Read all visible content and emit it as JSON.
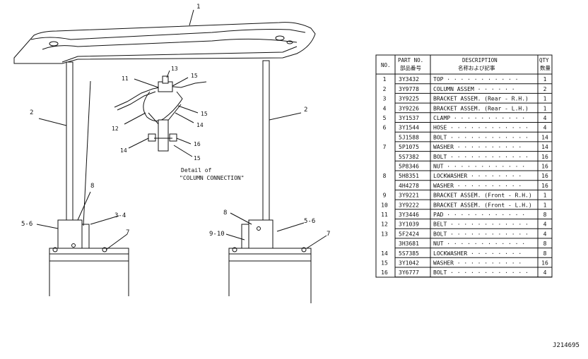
{
  "callouts": {
    "c1": "1",
    "c2_left": "2",
    "c2_right": "2",
    "c11": "11",
    "c13": "13",
    "c15_top": "15",
    "c15_mid": "15",
    "c14_top": "14",
    "c12": "12",
    "c14_low": "14",
    "c16": "16",
    "c15_low": "15",
    "c8_left": "8",
    "c8_right": "8",
    "c56_left": "5-6",
    "c56_right": "5-6",
    "c34": "3-4",
    "c7_left": "7",
    "c7_right": "7",
    "c910": "9-10"
  },
  "detail_caption": {
    "line1": "Detail of",
    "line2": "\"COLUMN CONNECTION\""
  },
  "table": {
    "headers": {
      "no": "NO.",
      "part_no": "PART NO.",
      "part_no_jp": "部品番号",
      "description": "DESCRIPTION",
      "description_jp": "名称および記事",
      "qty": "QTY",
      "qty_jp": "数量"
    },
    "rows": [
      {
        "no": "1",
        "part": "3Y3432",
        "desc": "TOP  · · · · · · · · · · ·",
        "qty": "1"
      },
      {
        "no": "2",
        "part": "3Y9778",
        "desc": "COLUMN ASSEM · · · · · ·",
        "qty": "2"
      },
      {
        "no": "3",
        "part": "3Y9225",
        "desc": "BRACKET ASSEM. (Rear - R.H.)",
        "qty": "1"
      },
      {
        "no": "4",
        "part": "3Y9226",
        "desc": "BRACKET ASSEM. (Rear - L.H.)",
        "qty": "1"
      },
      {
        "no": "5",
        "part": "3Y1537",
        "desc": "CLAMP · · · · · · · · · · ·",
        "qty": "4"
      },
      {
        "no": "6",
        "part": "3Y1544",
        "desc": "HOSE · · · · · · · · · · · ·",
        "qty": "4"
      },
      {
        "no": "",
        "part": "5J1588",
        "desc": "BOLT · · · · · · · · · · · ·",
        "qty": "14"
      },
      {
        "no": "7",
        "part": "5P1075",
        "desc": "WASHER · · · · · · · · · ·",
        "qty": "14"
      },
      {
        "no": "",
        "part": "5S7382",
        "desc": "BOLT · · · · · · · · · · · ·",
        "qty": "16"
      },
      {
        "no": "",
        "part": "5P8346",
        "desc": "NUT · · · · · · · · · · · ·",
        "qty": "16"
      },
      {
        "no": "8",
        "part": "5H8351",
        "desc": "LOCKWASHER · · · · · · · ·",
        "qty": "16"
      },
      {
        "no": "",
        "part": "4H4278",
        "desc": "WASHER · · · · · · · · · ·",
        "qty": "16"
      },
      {
        "no": "9",
        "part": "3Y9221",
        "desc": "BRACKET ASSEM. (Front - R.H.)",
        "qty": "1"
      },
      {
        "no": "10",
        "part": "3Y9222",
        "desc": "BRACKET ASSEM. (Front - L.H.)",
        "qty": "1"
      },
      {
        "no": "11",
        "part": "3Y3446",
        "desc": "PAD · · · · · · · · · · · ·",
        "qty": "8"
      },
      {
        "no": "12",
        "part": "3Y1039",
        "desc": "BELT · · · · · · · · · · · ·",
        "qty": "4"
      },
      {
        "no": "13",
        "part": "5F2424",
        "desc": "BOLT · · · · · · · · · · · ·",
        "qty": "4"
      },
      {
        "no": "",
        "part": "3H3681",
        "desc": "NUT · · · · · · · · · · · ·",
        "qty": "8"
      },
      {
        "no": "14",
        "part": "5S7385",
        "desc": "LOCKWASHER · · · · · · · ·",
        "qty": "8"
      },
      {
        "no": "15",
        "part": "3Y1042",
        "desc": "WASHER · · · · · · · · · ·",
        "qty": "16"
      },
      {
        "no": "16",
        "part": "3Y6777",
        "desc": "BOLT · · · · · · · · · · · ·",
        "qty": "4"
      }
    ]
  },
  "figure_id": "J214695"
}
